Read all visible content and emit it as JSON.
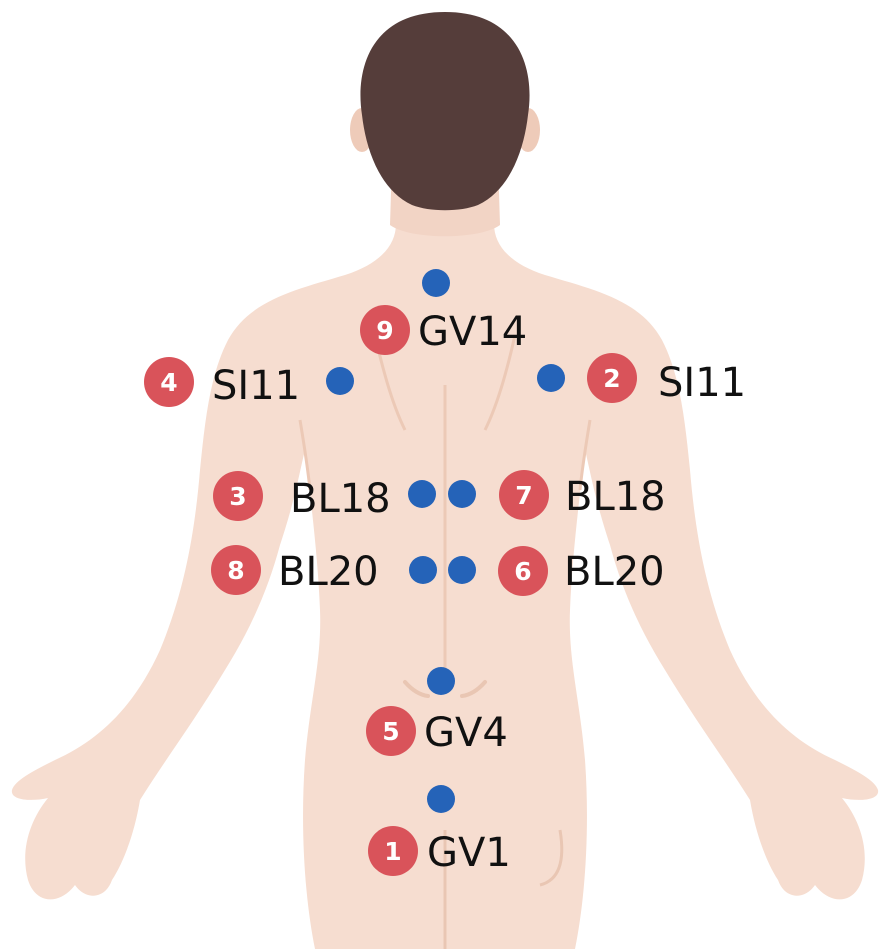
{
  "colors": {
    "skin": "#f6ddd0",
    "skin_shadow": "#e9c6b3",
    "hair": "#553d3a",
    "point": "#2563b8",
    "badge": "#d9535a",
    "text": "#111111"
  },
  "points": [
    {
      "id": "p1",
      "number": "1",
      "code": "GV1",
      "icon": "acupoint-dot"
    },
    {
      "id": "p2",
      "number": "2",
      "code": "SI11",
      "icon": "acupoint-dot"
    },
    {
      "id": "p3",
      "number": "3",
      "code": "BL18",
      "icon": "acupoint-dot"
    },
    {
      "id": "p4",
      "number": "4",
      "code": "SI11",
      "icon": "acupoint-dot"
    },
    {
      "id": "p5",
      "number": "5",
      "code": "GV4",
      "icon": "acupoint-dot"
    },
    {
      "id": "p6",
      "number": "6",
      "code": "BL20",
      "icon": "acupoint-dot"
    },
    {
      "id": "p7",
      "number": "7",
      "code": "BL18",
      "icon": "acupoint-dot"
    },
    {
      "id": "p8",
      "number": "8",
      "code": "BL20",
      "icon": "acupoint-dot"
    },
    {
      "id": "p9",
      "number": "9",
      "code": "GV14",
      "icon": "acupoint-dot"
    }
  ]
}
